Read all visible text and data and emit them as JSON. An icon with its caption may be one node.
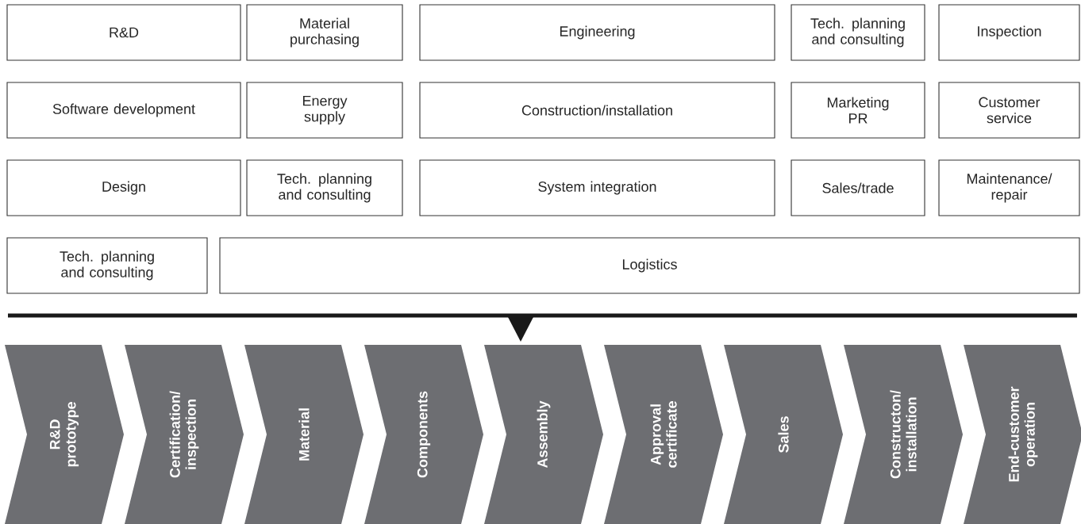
{
  "diagram": {
    "nodes": [
      {
        "text": [
          "R&D"
        ]
      },
      {
        "text": [
          "Material purchasing"
        ]
      },
      {
        "text": [
          "Engineering"
        ]
      },
      {
        "text": [
          "Tech. planning and consulting"
        ]
      },
      {
        "text": [
          "Inspection"
        ]
      },
      {
        "text": [
          "Software development"
        ]
      },
      {
        "text": [
          "Energy supply"
        ]
      },
      {
        "text": [
          "Construction/installation"
        ]
      },
      {
        "text": [
          "Marketing PR"
        ]
      },
      {
        "text": [
          "Customer service"
        ]
      },
      {
        "text": [
          "Design"
        ]
      },
      {
        "text": [
          "Tech. planning and consulting"
        ]
      },
      {
        "text": [
          "System integration"
        ]
      },
      {
        "text": [
          "Sales/trade"
        ]
      },
      {
        "text": [
          "Maintenance/ repair"
        ]
      },
      {
        "text": [
          "Tech. planning and consulting"
        ]
      },
      {
        "text": [
          "Logistics"
        ]
      },
      {
        "text": [
          "R&D prototype"
        ]
      },
      {
        "text": [
          "Certification/ inspection"
        ]
      },
      {
        "text": [
          "Material"
        ]
      },
      {
        "text": [
          "Components"
        ]
      },
      {
        "text": [
          "Assembly"
        ]
      },
      {
        "text": [
          "Approval certificate"
        ]
      },
      {
        "text": [
          "Sales"
        ]
      },
      {
        "text": [
          "Constructon/ installation"
        ]
      },
      {
        "text": [
          "End-customer operation"
        ]
      }
    ]
  }
}
